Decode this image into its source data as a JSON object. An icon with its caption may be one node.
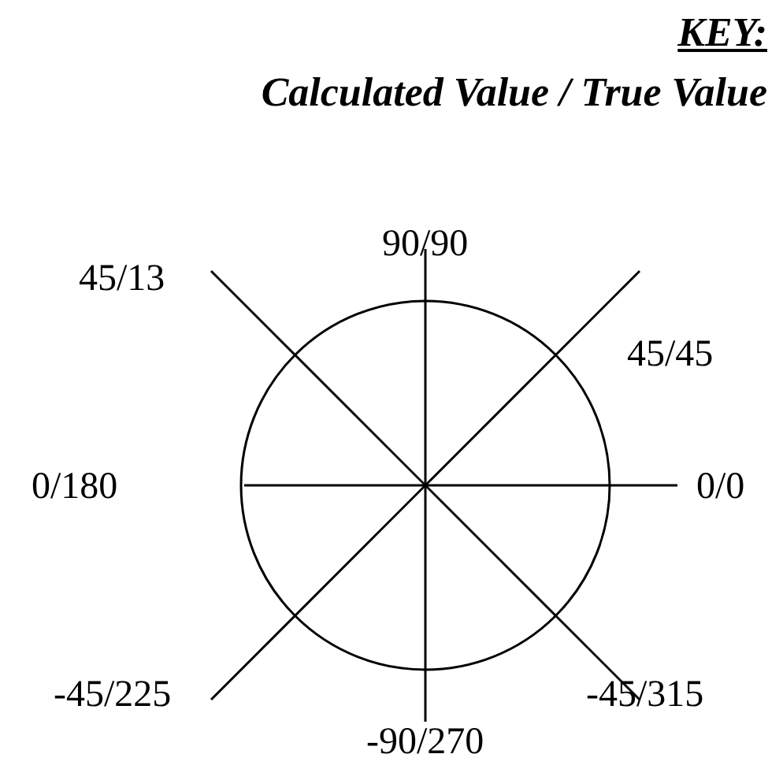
{
  "diagram": {
    "labels": [
      "KEY:",
      "Calculated Value / True Value",
      "90/90",
      "45/13",
      "45/45",
      "0/180",
      "0/0",
      "-45/225",
      "-45/315",
      "-90/270"
    ]
  }
}
